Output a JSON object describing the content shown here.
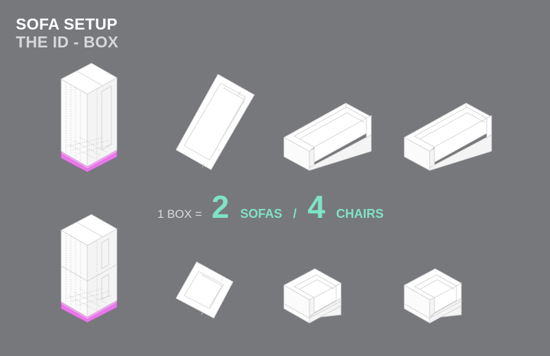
{
  "header": {
    "title": "SOFA SETUP",
    "subtitle": "THE ID - BOX"
  },
  "equation": {
    "lead": "1 BOX =",
    "sofa_count": "2",
    "sofa_label": "SOFAS",
    "separator": "/",
    "chair_count": "4",
    "chair_label": "CHAIRS"
  },
  "colors": {
    "background": "#77787c",
    "accent": "#7fe3c5",
    "pallet": "#e77ae9",
    "title": "#ffffff",
    "subtitle": "#d6d7da"
  },
  "rows": [
    {
      "name": "sofa-row",
      "items": [
        "packed-id-box-tall",
        "flat-sofa-panel",
        "sofa",
        "sofa"
      ]
    },
    {
      "name": "chair-row",
      "items": [
        "packed-id-box-stacked",
        "flat-chair-panel",
        "chair",
        "chair"
      ]
    }
  ]
}
